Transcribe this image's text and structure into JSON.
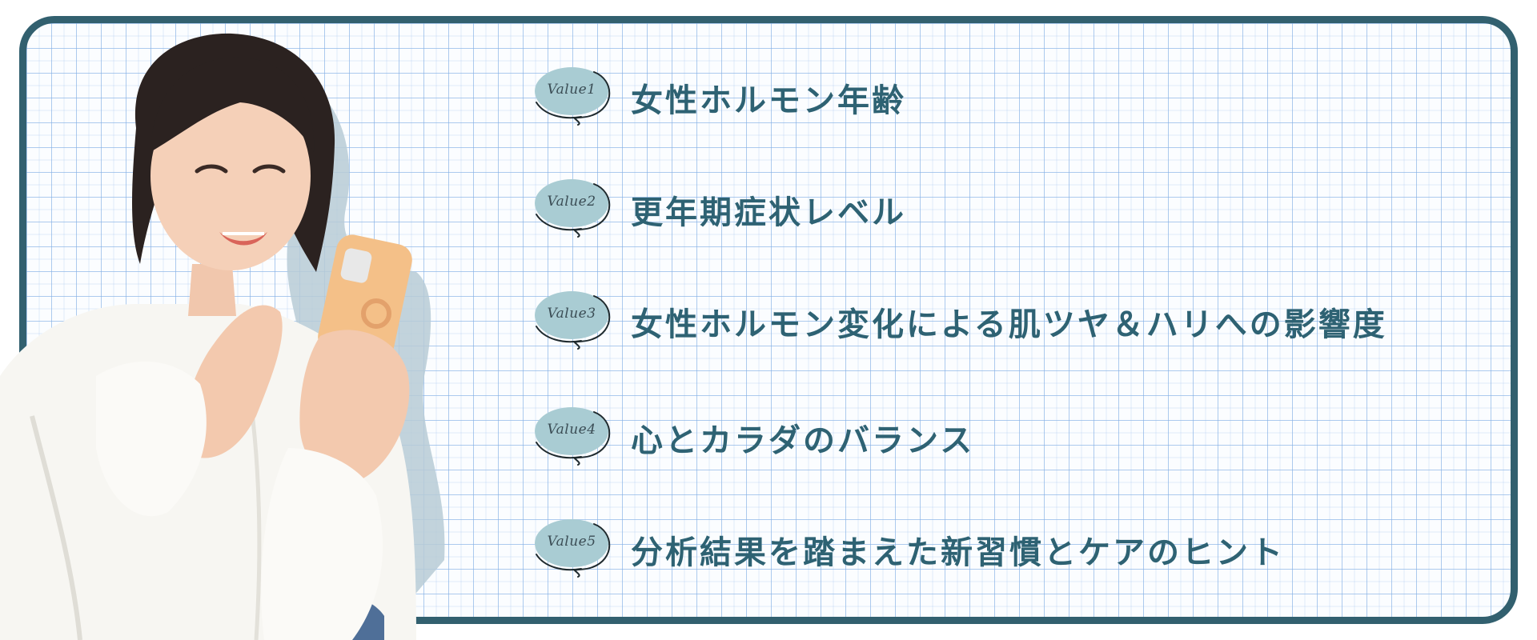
{
  "colors": {
    "frame_border": "#32606f",
    "text": "#2e6273",
    "badge_fill": "#a9ccd3",
    "grid": "#82afe4"
  },
  "items": [
    {
      "badge": "Value1",
      "label": "女性ホルモン年齢"
    },
    {
      "badge": "Value2",
      "label": "更年期症状レベル"
    },
    {
      "badge": "Value3",
      "label": "女性ホルモン変化による肌ツヤ＆ハリへの影響度"
    },
    {
      "badge": "Value4",
      "label": "心とカラダのバランス"
    },
    {
      "badge": "Value5",
      "label": "分析結果を踏まえた新習慣とケアのヒント"
    }
  ]
}
